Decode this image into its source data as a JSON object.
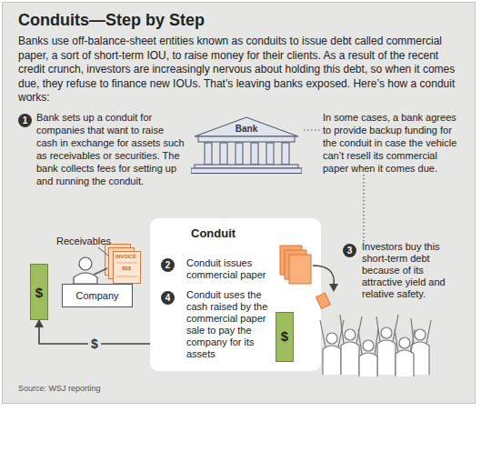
{
  "diagram": {
    "title": "Conduits—Step by Step",
    "nodes": [
      {
        "text": [
          "Bank"
        ]
      },
      {
        "text": [
          "INVOICE",
          "$$$"
        ]
      },
      {
        "text": [
          "Company"
        ]
      },
      {
        "text": [
          "$"
        ]
      },
      {
        "text": [
          "Conduit",
          "Conduit issues commercial paper",
          "Conduit uses the cash raised by the commercial paper sale to pay the company for its assets"
        ]
      },
      {
        "text": [
          "$"
        ],
        "in": 4
      }
    ],
    "edges": [
      {
        "from": 4,
        "to": 3,
        "label": "$",
        "arrow": "to"
      }
    ],
    "labels": [
      "Banks use off-balance-sheet entities known as conduits to issue debt called commercial paper, a sort of short-term IOU, to raise money for their clients. As a result of the recent credit crunch, investors are increasingly nervous about holding this debt, so when it comes due, they refuse to finance new IOUs. That’s leaving banks exposed. Here’s how a conduit works:",
      "1",
      "Bank sets up a conduit for companies that want to raise cash in exchange for assets such as receivables or securities. The bank collects fees for setting up and running the conduit.",
      "In some cases, a bank agrees to provide backup funding for the conduit in case the vehicle can’t resell its commercial paper when it comes due.",
      "Receivables",
      "2",
      "3",
      "Investors buy this short-term debt because of its attractive yield and relative safety.",
      "4",
      "Source: WSJ reporting"
    ]
  }
}
